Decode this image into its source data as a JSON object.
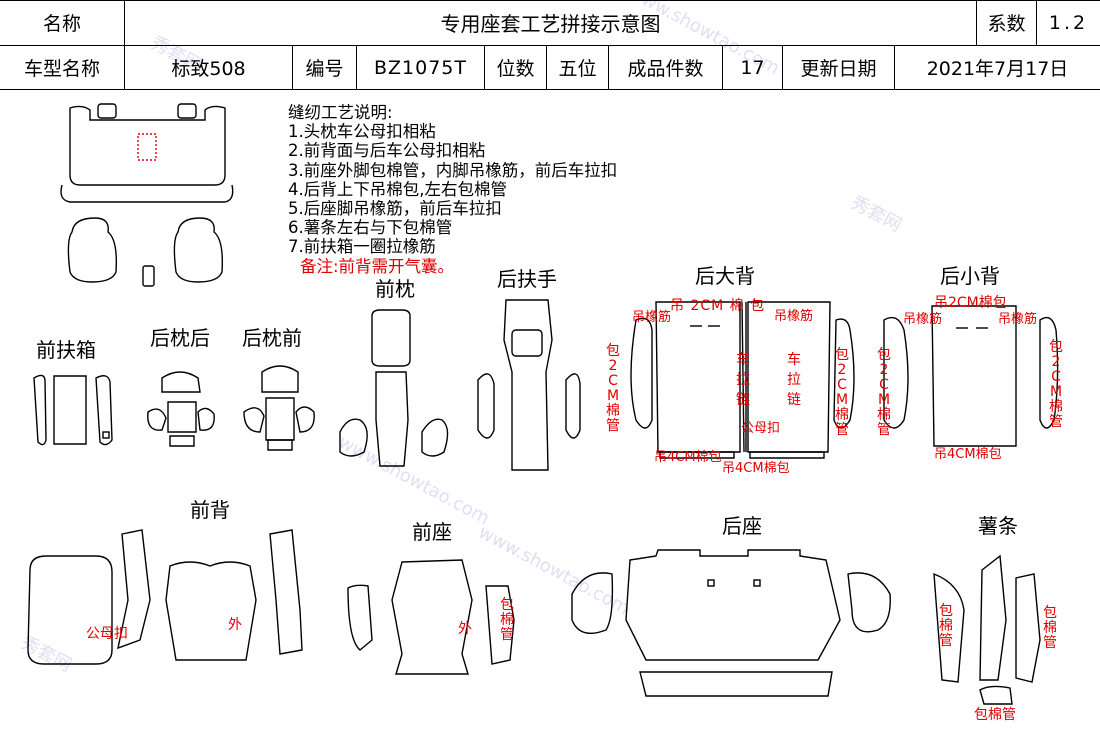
{
  "header": {
    "name_label": "名称",
    "title": "专用座套工艺拼接示意图",
    "coef_label": "系数",
    "coef_value": "1.2",
    "model_label": "车型名称",
    "model_value": "标致508",
    "code_label": "编号",
    "code_value": "BZ1075T",
    "seat_label": "位数",
    "seat_value": "五位",
    "pieces_label": "成品件数",
    "pieces_value": "17",
    "date_label": "更新日期",
    "date_value": "2021年7月17日"
  },
  "notes": {
    "heading": "缝纫工艺说明:",
    "items": [
      "1.头枕车公母扣相粘",
      "2.前背面与后车公母扣相粘",
      "3.前座外脚包棉管，内脚吊橡筋，前后车拉扣",
      "4.后背上下吊棉包,左右包棉管",
      "5.后座脚吊橡筋，前后车拉扣",
      "6.薯条左右与下包棉管",
      "7.前扶箱一圈拉橡筋"
    ],
    "remark": "备注:前背需开气囊。"
  },
  "sections": {
    "front_headrest": "前枕",
    "rear_armrest": "后扶手",
    "rear_big_back": "后大背",
    "rear_small_back": "后小背",
    "front_armbox": "前扶箱",
    "rear_headrest_back": "后枕后",
    "rear_headrest_front": "后枕前",
    "front_back": "前背",
    "front_seat": "前座",
    "rear_seat": "后座",
    "fries_strip": "薯条"
  },
  "annotations": {
    "big_top": "吊 2CM 棉 包",
    "big_hang_l": "吊橡筋",
    "big_hang_r": "吊橡筋",
    "big_side_l": "包2CM棉管",
    "big_side_r": "包2CM棉管",
    "big_zip_l": "车拉链",
    "big_zip_r": "车拉链",
    "big_snap": "公母扣",
    "big_bottom_l": "吊4CM棉包",
    "big_bottom_r": "吊4CM棉包",
    "small_top": "吊2CM棉包",
    "small_hang_l": "吊橡筋",
    "small_hang_r": "吊橡筋",
    "small_side_l": "包2CM棉管",
    "small_side_r": "包2CM棉管",
    "small_bottom": "吊4CM棉包",
    "fb_snap": "公母扣",
    "fb_outer": "外",
    "fs_outer": "外",
    "fs_tube": "包棉管",
    "fries_l": "包棉管",
    "fries_r": "包棉管",
    "fries_bottom": "包棉管"
  },
  "watermark": [
    "秀套网",
    "www.showtao.com"
  ],
  "colors": {
    "annotation": "#e00000",
    "line": "#000000",
    "watermark": "#b9b9e6"
  }
}
